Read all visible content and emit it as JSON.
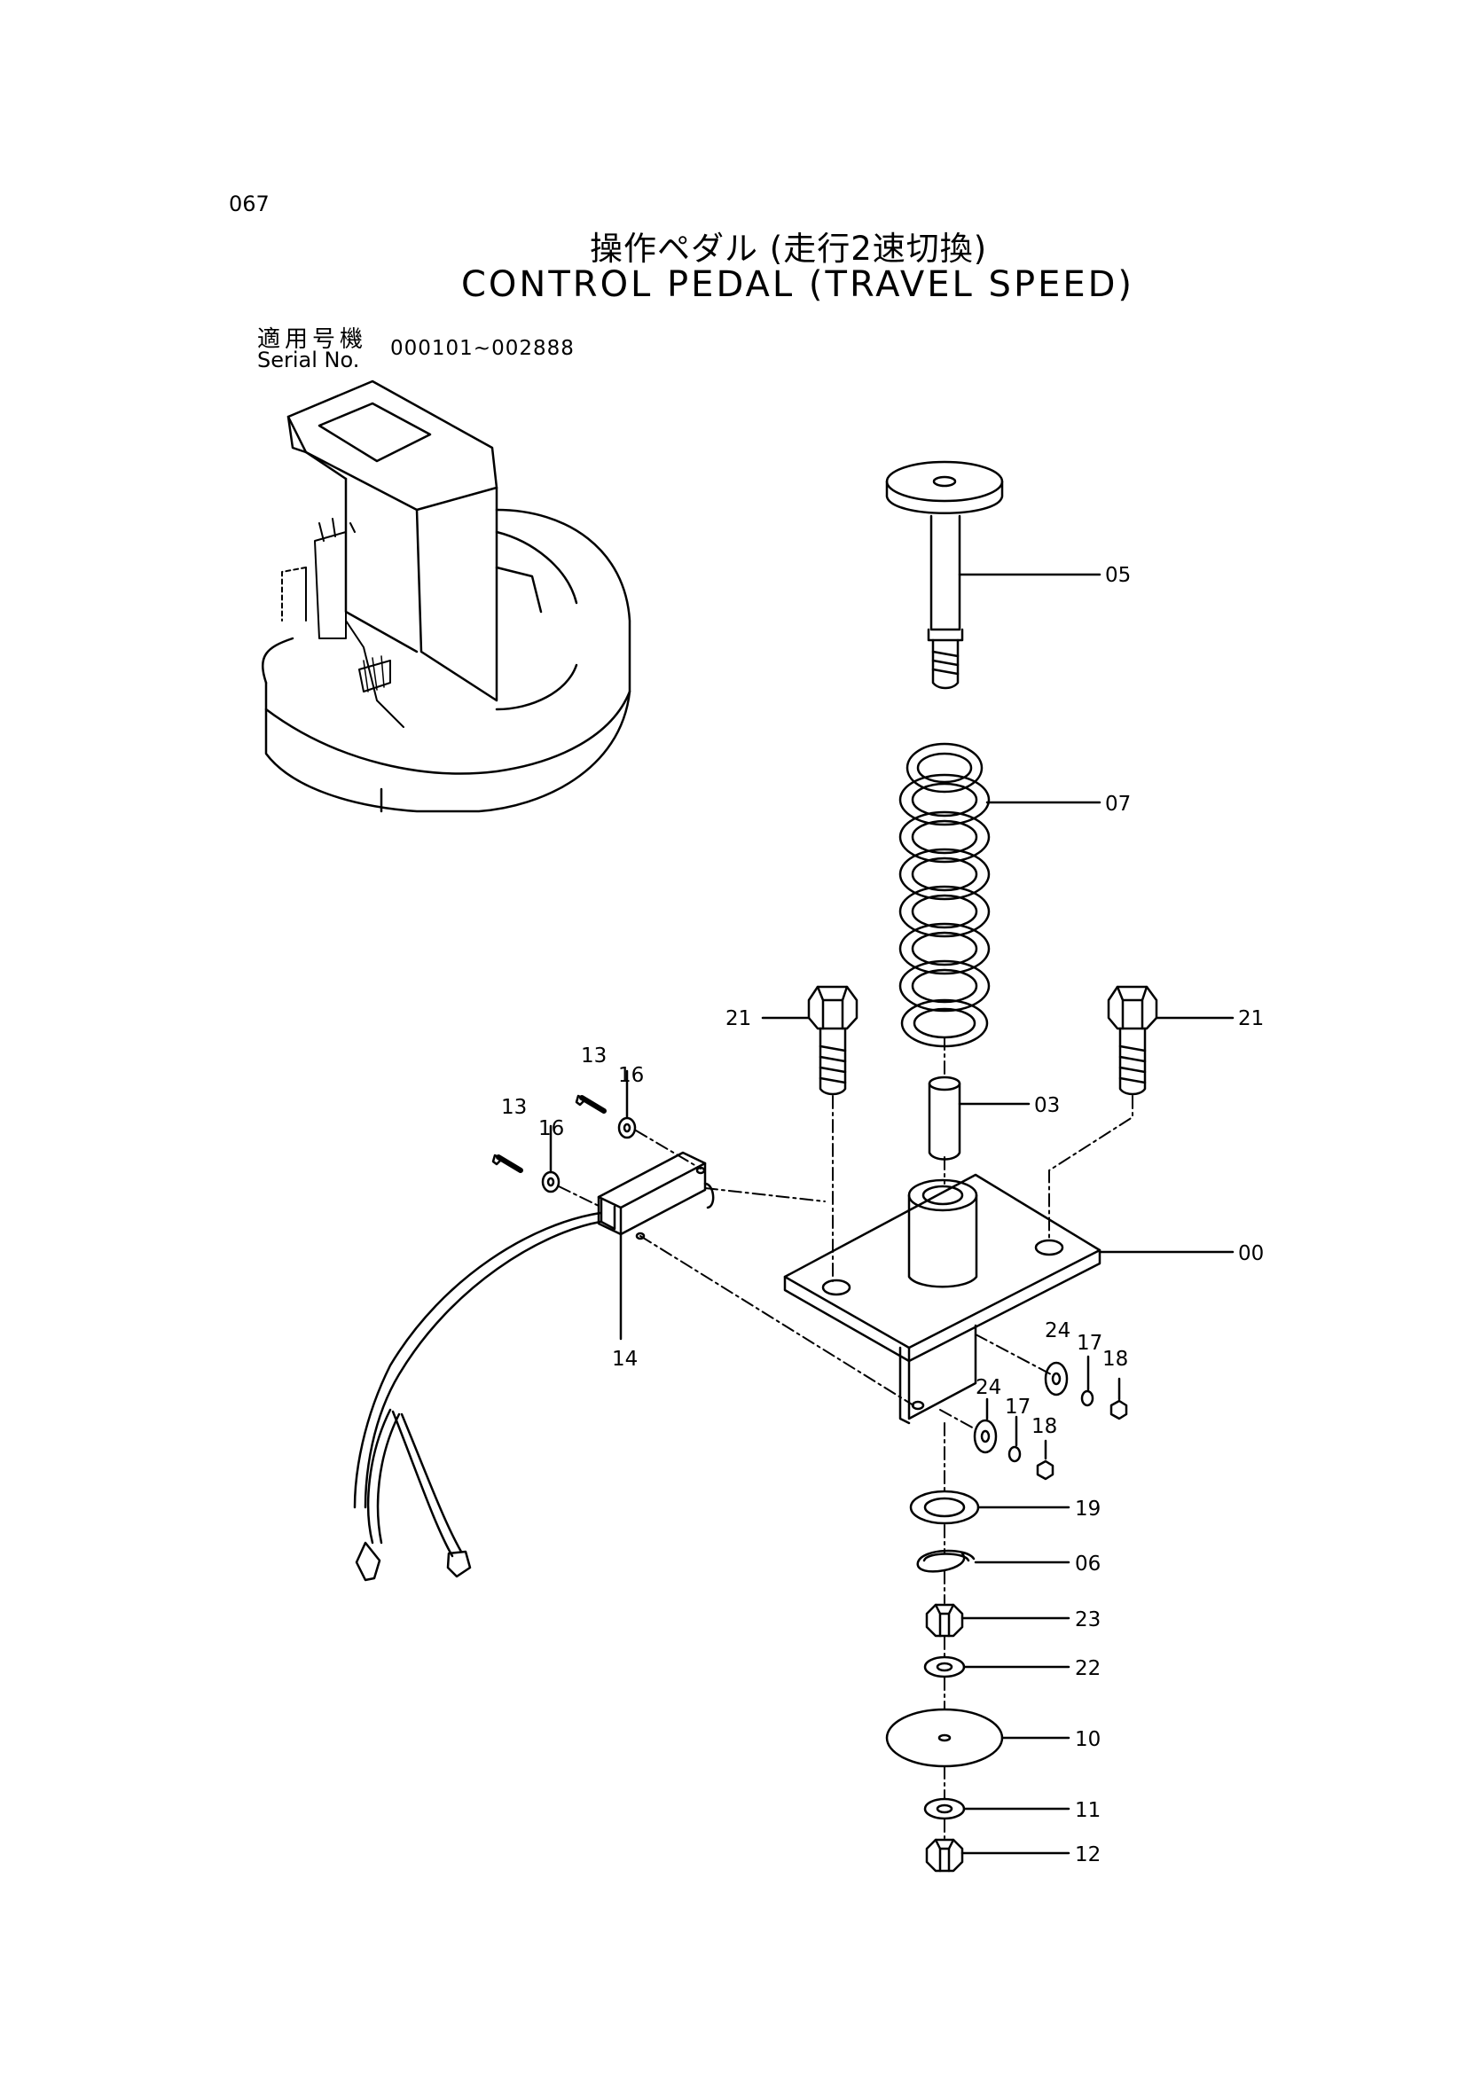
{
  "page_number": "067",
  "title": {
    "japanese": "操作ペダル (走行2速切換)",
    "english": "CONTROL PEDAL (TRAVEL SPEED)"
  },
  "serial": {
    "label_jp": "適用号機",
    "label_en": "Serial No.",
    "range": "000101~002888"
  },
  "parts": [
    {
      "id": "p05",
      "ref": "05"
    },
    {
      "id": "p07",
      "ref": "07"
    },
    {
      "id": "p21a",
      "ref": "21"
    },
    {
      "id": "p21b",
      "ref": "21"
    },
    {
      "id": "p03",
      "ref": "03"
    },
    {
      "id": "p13a",
      "ref": "13"
    },
    {
      "id": "p16a",
      "ref": "16"
    },
    {
      "id": "p13b",
      "ref": "13"
    },
    {
      "id": "p16b",
      "ref": "16"
    },
    {
      "id": "p00",
      "ref": "00"
    },
    {
      "id": "p14",
      "ref": "14"
    },
    {
      "id": "p24a",
      "ref": "24"
    },
    {
      "id": "p17a",
      "ref": "17"
    },
    {
      "id": "p18a",
      "ref": "18"
    },
    {
      "id": "p24b",
      "ref": "24"
    },
    {
      "id": "p17b",
      "ref": "17"
    },
    {
      "id": "p18b",
      "ref": "18"
    },
    {
      "id": "p19",
      "ref": "19"
    },
    {
      "id": "p06",
      "ref": "06"
    },
    {
      "id": "p23",
      "ref": "23"
    },
    {
      "id": "p22",
      "ref": "22"
    },
    {
      "id": "p10",
      "ref": "10"
    },
    {
      "id": "p11",
      "ref": "11"
    },
    {
      "id": "p12",
      "ref": "12"
    }
  ]
}
